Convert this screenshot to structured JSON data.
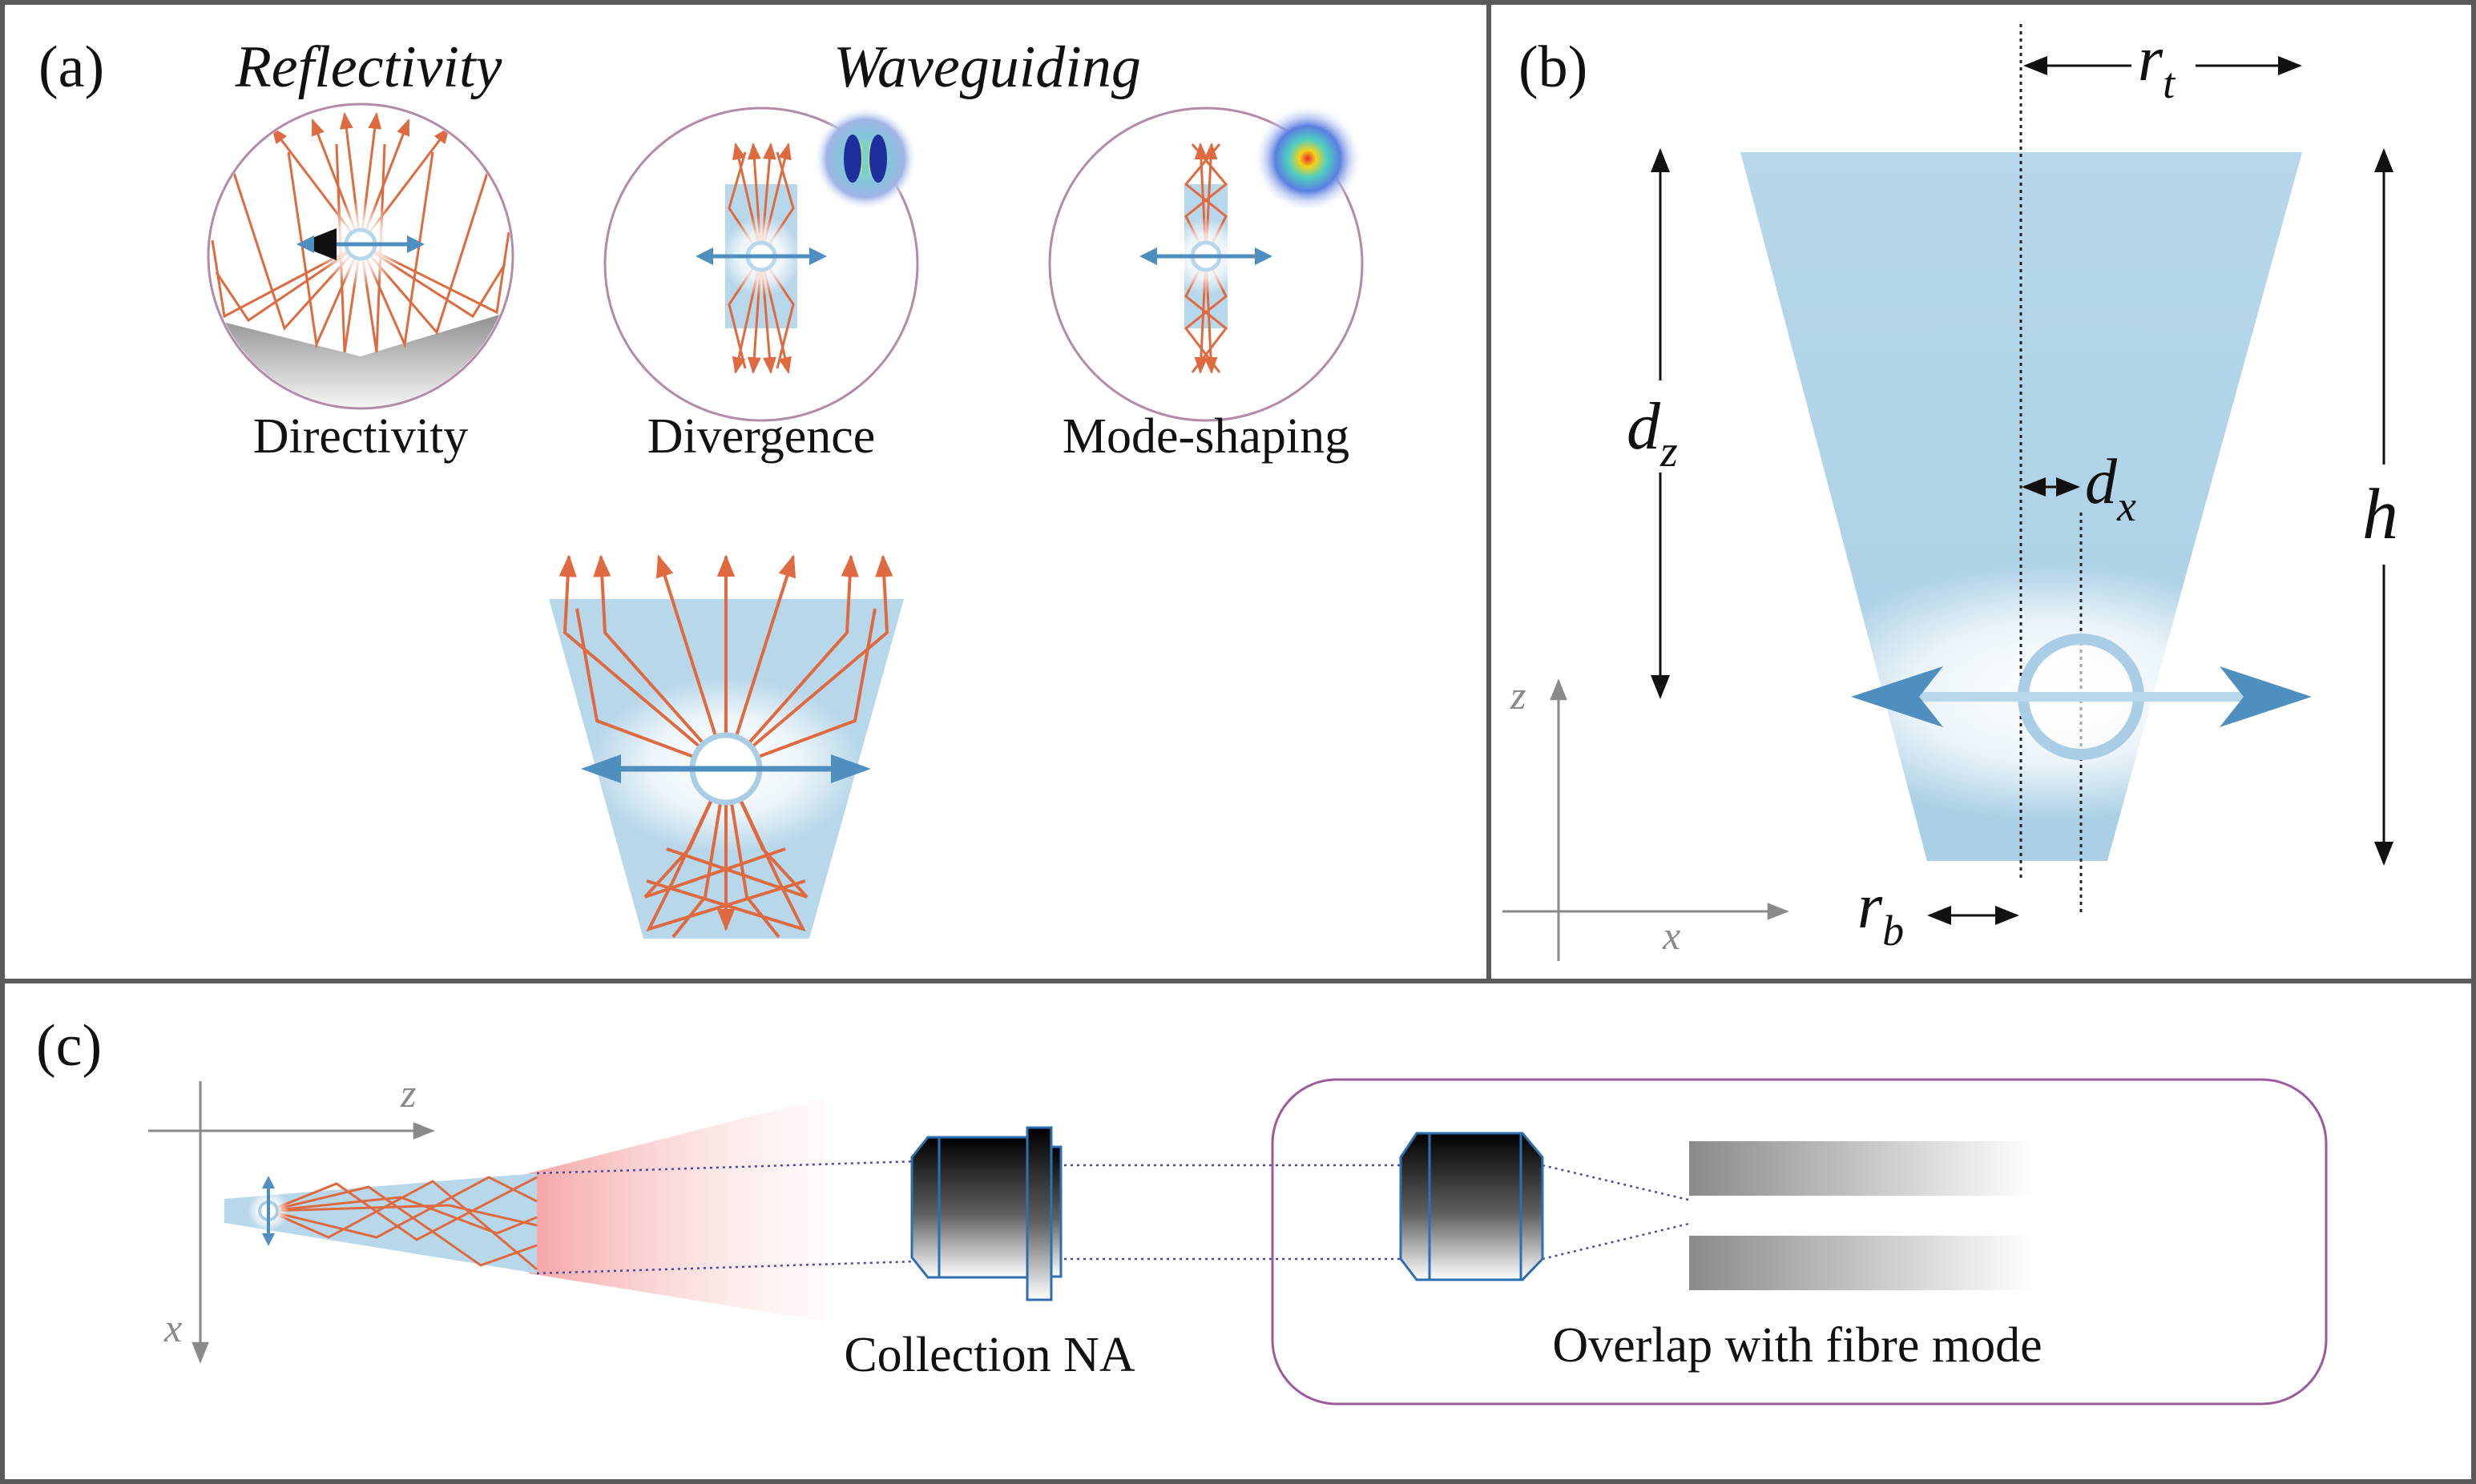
{
  "panel_a": {
    "label": "(a)",
    "heading_reflectivity": "Reflectivity",
    "heading_waveguiding": "Waveguiding",
    "caption_directivity": "Directivity",
    "caption_divergence": "Divergence",
    "caption_mode_shaping": "Mode-shaping"
  },
  "panel_b": {
    "label": "(b)",
    "r": "r",
    "r_t_sub": "t",
    "r_b_sub": "b",
    "d": "d",
    "d_z_sub": "z",
    "d_x_sub": "x",
    "h": "h",
    "axis_z": "z",
    "axis_x": "x"
  },
  "panel_c": {
    "label": "(c)",
    "axis_z": "z",
    "axis_x": "x",
    "caption_collection": "Collection NA",
    "caption_overlap": "Overlap with fibre mode"
  },
  "colors": {
    "frame": "#5a5a5a",
    "taper": "#b7d7ea",
    "ray": "#e06a40",
    "dipole": "#4f8fc0",
    "mode_box": "#9b5a9e"
  }
}
